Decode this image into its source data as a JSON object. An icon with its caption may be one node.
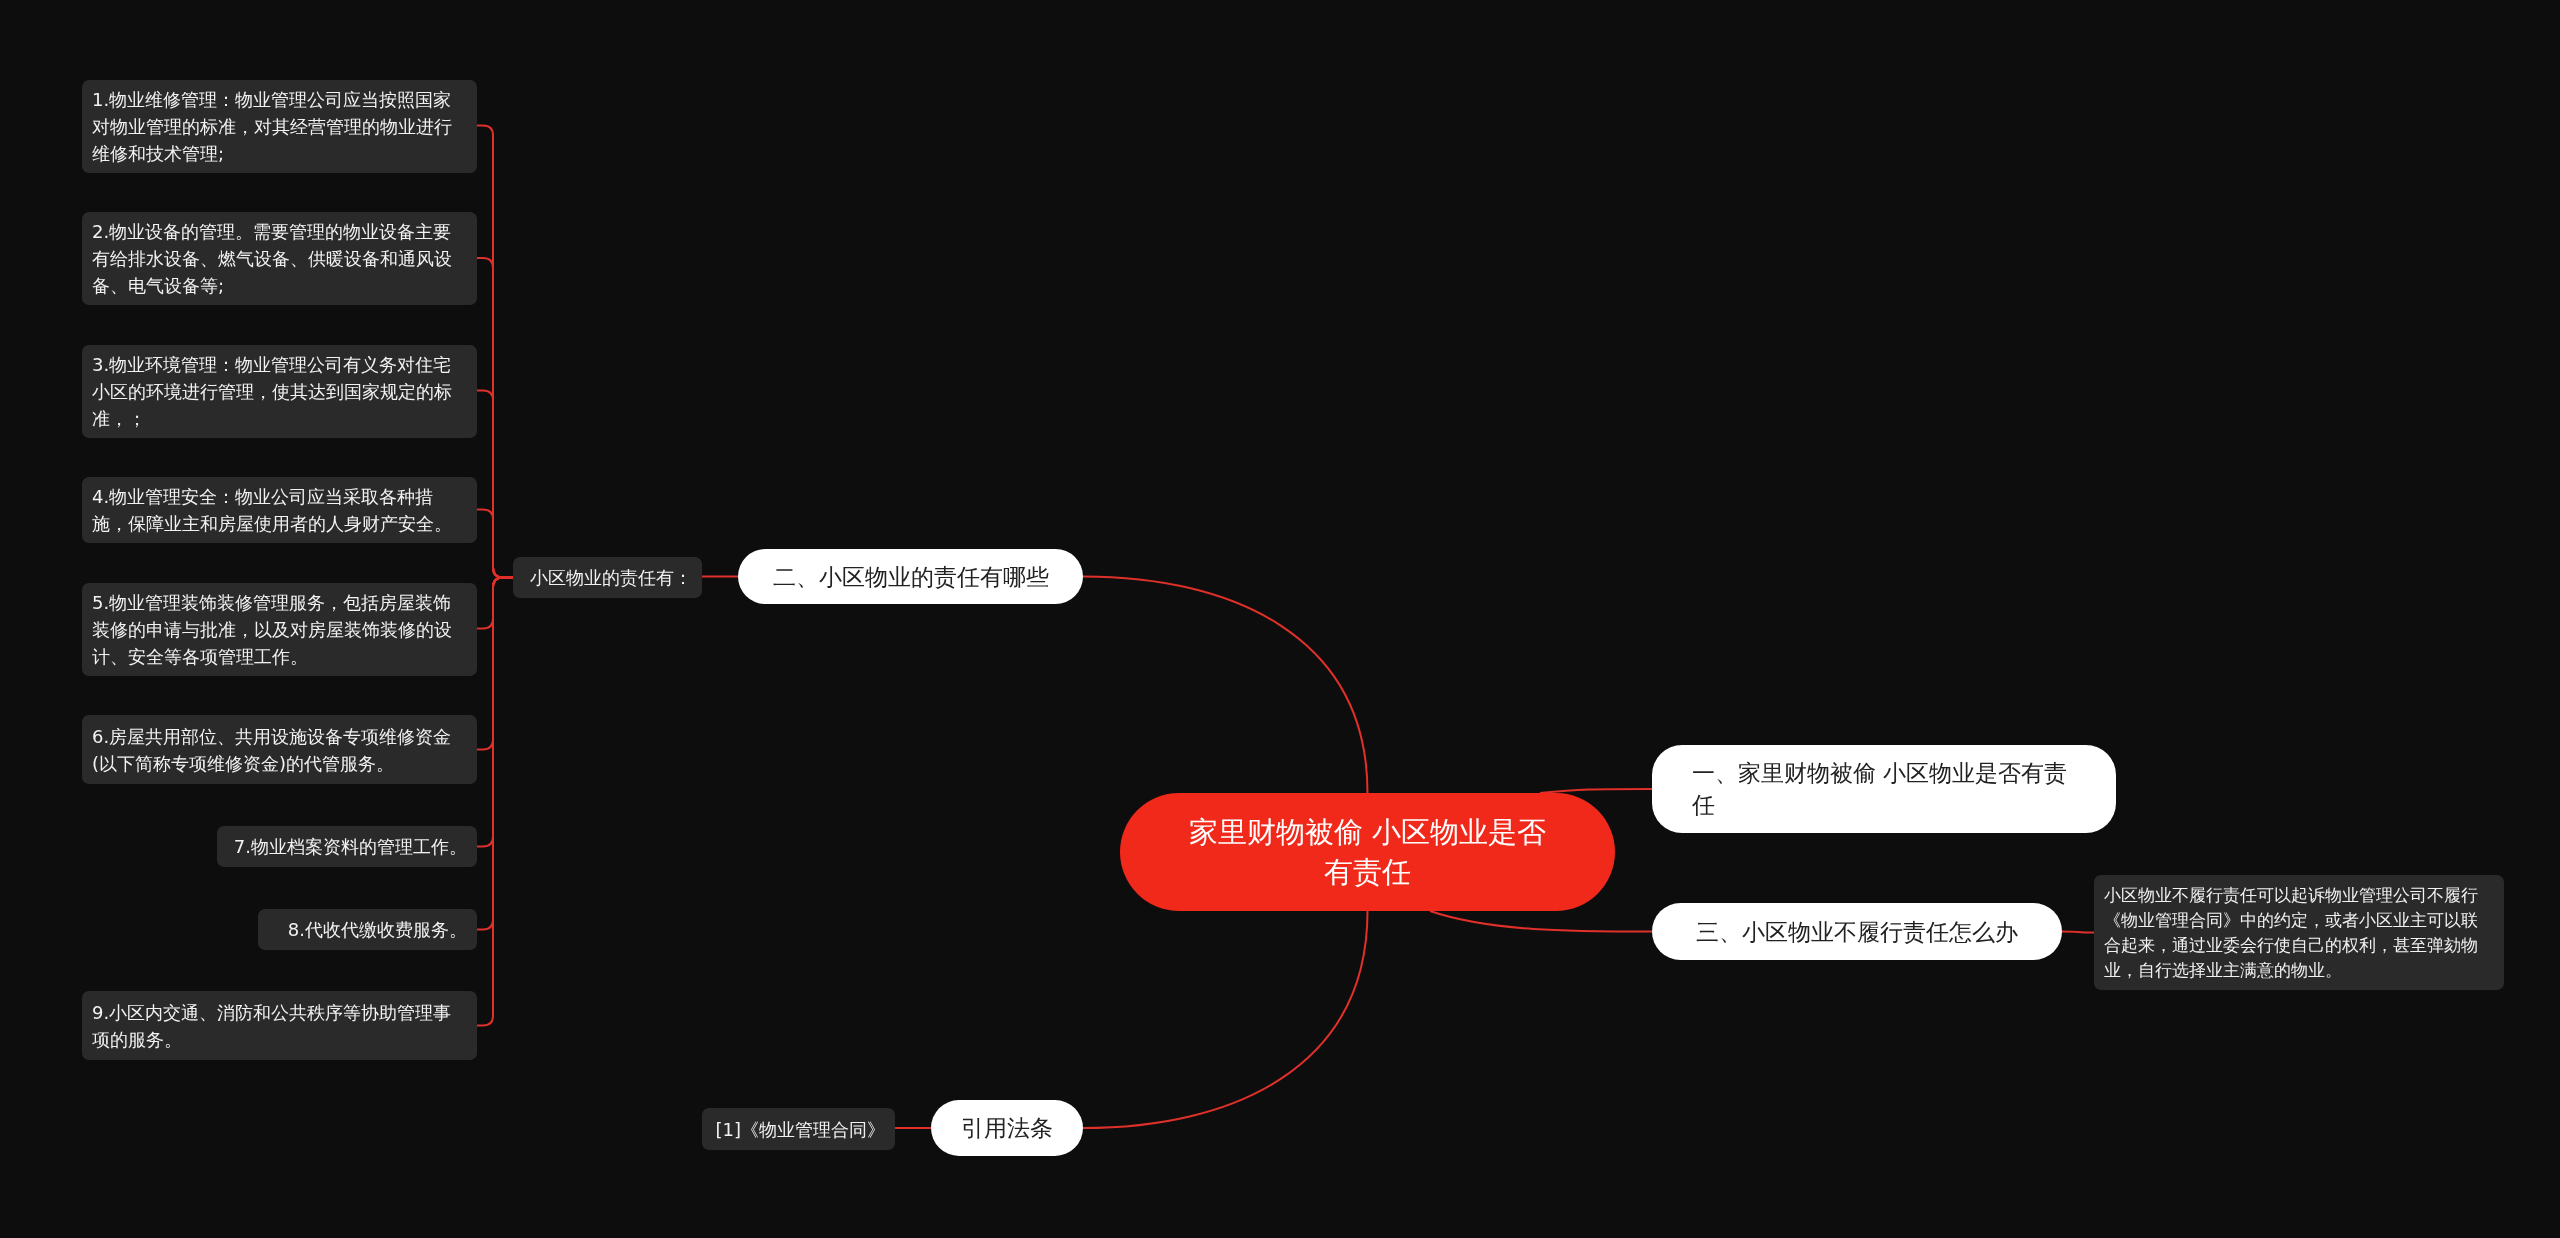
{
  "diagram": {
    "nodes": [
      {
        "text": [
          "家里财物被偷 小区物业是否有责任"
        ]
      },
      {
        "text": [
          "一、家里财物被偷 小区物业是否有责任"
        ]
      },
      {
        "text": [
          "二、小区物业的责任有哪些"
        ]
      },
      {
        "text": [
          "小区物业的责任有："
        ]
      },
      {
        "text": [
          "1.物业维修管理：物业管理公司应当按照国家对物业管理的标准，对其经营管理的物业进行维修和技术管理;"
        ]
      },
      {
        "text": [
          "2.物业设备的管理。需要管理的物业设备主要有给排水设备、燃气设备、供暖设备和通风设备、电气设备等;"
        ]
      },
      {
        "text": [
          "3.物业环境管理：物业管理公司有义务对住宅小区的环境进行管理，使其达到国家规定的标准，；"
        ]
      },
      {
        "text": [
          "4.物业管理安全：物业公司应当采取各种措施，保障业主和房屋使用者的人身财产安全。"
        ]
      },
      {
        "text": [
          "5.物业管理装饰装修管理服务，包括房屋装饰装修的申请与批准，以及对房屋装饰装修的设计、安全等各项管理工作。"
        ]
      },
      {
        "text": [
          "6.房屋共用部位、共用设施设备专项维修资金(以下简称专项维修资金)的代管服务。"
        ]
      },
      {
        "text": [
          "7.物业档案资料的管理工作。"
        ]
      },
      {
        "text": [
          "8.代收代缴收费服务。"
        ]
      },
      {
        "text": [
          "9.小区内交通、消防和公共秩序等协助管理事项的服务。"
        ]
      },
      {
        "text": [
          "三、小区物业不履行责任怎么办"
        ]
      },
      {
        "text": [
          "小区物业不履行责任可以起诉物业管理公司不履行《物业管理合同》中的约定，或者小区业主可以联合起来，通过业委会行使自己的权利，甚至弹劾物业，自行选择业主满意的物业。"
        ]
      },
      {
        "text": [
          "引用法条"
        ]
      },
      {
        "text": [
          "[1]《物业管理合同》"
        ]
      }
    ],
    "edges": [
      {
        "from": 0,
        "to": 1,
        "arrow": "none"
      },
      {
        "from": 0,
        "to": 2,
        "arrow": "none"
      },
      {
        "from": 2,
        "to": 3,
        "arrow": "none"
      },
      {
        "from": 3,
        "to": 4,
        "arrow": "none"
      },
      {
        "from": 3,
        "to": 5,
        "arrow": "none"
      },
      {
        "from": 3,
        "to": 6,
        "arrow": "none"
      },
      {
        "from": 3,
        "to": 7,
        "arrow": "none"
      },
      {
        "from": 3,
        "to": 8,
        "arrow": "none"
      },
      {
        "from": 3,
        "to": 9,
        "arrow": "none"
      },
      {
        "from": 3,
        "to": 10,
        "arrow": "none"
      },
      {
        "from": 3,
        "to": 11,
        "arrow": "none"
      },
      {
        "from": 3,
        "to": 12,
        "arrow": "none"
      },
      {
        "from": 0,
        "to": 13,
        "arrow": "none"
      },
      {
        "from": 13,
        "to": 14,
        "arrow": "none"
      },
      {
        "from": 0,
        "to": 15,
        "arrow": "none"
      },
      {
        "from": 15,
        "to": 16,
        "arrow": "none"
      }
    ]
  }
}
